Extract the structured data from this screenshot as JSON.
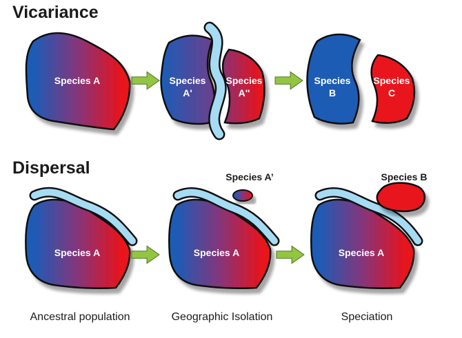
{
  "sections": {
    "vicariance": {
      "title": "Vicariance"
    },
    "dispersal": {
      "title": "Dispersal"
    }
  },
  "labels": {
    "species_a": "Species A",
    "species_a_prime": "Species A’",
    "species_word": "Species",
    "a_prime_short": "A'",
    "a_double_prime_short": "A''",
    "b_short": "B",
    "c_short": "C",
    "species_b": "Species B"
  },
  "captions": {
    "stage1": "Ancestral population",
    "stage2": "Geographic Isolation",
    "stage3": "Speciation"
  },
  "colors": {
    "blue": "#1f5bb5",
    "red": "#e8131c",
    "barrier": "#a6dcf3",
    "arrow": "#93c542",
    "outline": "#111111"
  }
}
